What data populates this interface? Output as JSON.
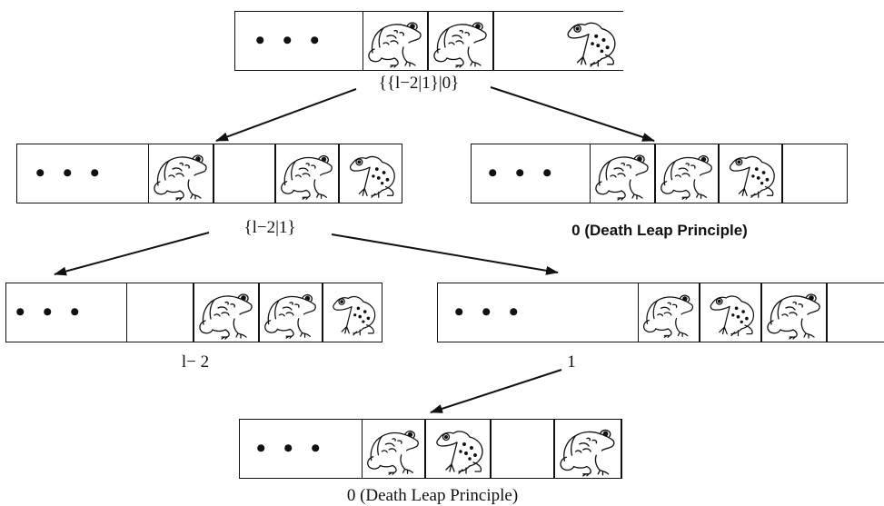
{
  "icons": {
    "frog_left": "frog-facing-left-icon",
    "frog_right": "frog-facing-right-icon",
    "toad_left": "toad-icon"
  },
  "ellipsis": "• • •",
  "labels": {
    "top": "{{l−2|1}|0}",
    "mid_left": "{l−2|1}",
    "mid_right": "0 (Death Leap Principle)",
    "bottom_left": "l− 2",
    "bottom_right": "1",
    "final": "0 (Death Leap Principle)"
  }
}
